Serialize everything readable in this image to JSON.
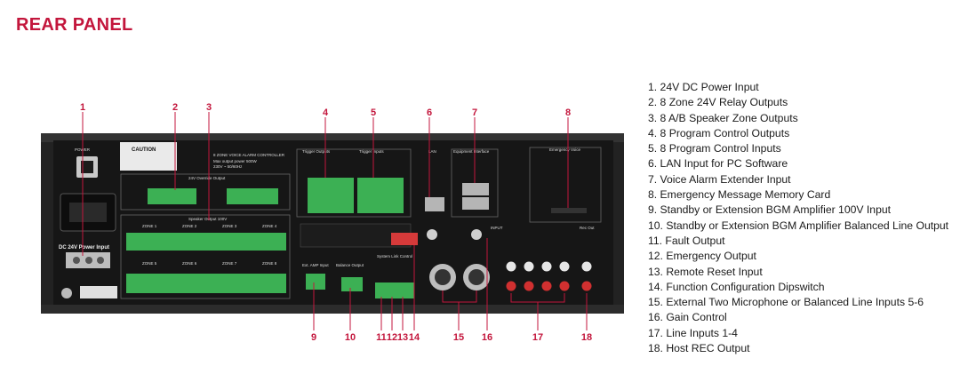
{
  "page": {
    "title": "REAR PANEL"
  },
  "panel_labels": {
    "power": "POWER",
    "caution": "CAUTION",
    "dc_power": "DC 24V Power Input",
    "controller": "8 ZONE VOICE ALARM CONTROLLER",
    "max_output": "Max output power 500W",
    "mains": "230V ~ 50/60Hz",
    "override": "24V Override Output",
    "speaker_output": "Speaker Output 100V",
    "trigger_outputs": "Trigger Outputs",
    "trigger_inputs": "Trigger Inputs",
    "lan": "LAN",
    "equipment_interface": "Equipment Interface",
    "emergency_voice": "Emergency Voice",
    "ext_amp": "Ext. AMP Input",
    "balance_output": "Balance Output",
    "system_link": "System Link Control",
    "input": "INPUT",
    "rec_out": "Rec Out",
    "zone1": "ZONE 1",
    "zone2": "ZONE 2",
    "zone3": "ZONE 3",
    "zone4": "ZONE 4",
    "zone5": "ZONE 5",
    "zone6": "ZONE 6",
    "zone7": "ZONE 7",
    "zone8": "ZONE 8"
  },
  "callouts": [
    {
      "number": "1",
      "label": "1. 24V DC Power Input"
    },
    {
      "number": "2",
      "label": "2. 8 Zone 24V Relay Outputs"
    },
    {
      "number": "3",
      "label": "3. 8 A/B Speaker Zone Outputs"
    },
    {
      "number": "4",
      "label": "4. 8 Program Control Outputs"
    },
    {
      "number": "5",
      "label": "5. 8 Program Control Inputs"
    },
    {
      "number": "6",
      "label": "6. LAN Input for PC Software"
    },
    {
      "number": "7",
      "label": "7. Voice Alarm Extender Input"
    },
    {
      "number": "8",
      "label": "8. Emergency Message Memory Card"
    },
    {
      "number": "9",
      "label": "9. Standby or Extension BGM Amplifier 100V Input"
    },
    {
      "number": "10",
      "label": "10. Standby or Extension BGM Amplifier Balanced Line Output"
    },
    {
      "number": "11",
      "label": "11. Fault Output"
    },
    {
      "number": "12",
      "label": "12. Emergency Output"
    },
    {
      "number": "13",
      "label": "13. Remote Reset Input"
    },
    {
      "number": "14",
      "label": "14. Function Configuration Dipswitch"
    },
    {
      "number": "15",
      "label": "15. External Two Microphone or Balanced Line Inputs 5-6"
    },
    {
      "number": "16",
      "label": "16. Gain Control"
    },
    {
      "number": "17",
      "label": "17. Line Inputs 1-4"
    },
    {
      "number": "18",
      "label": "18. Host REC Output"
    }
  ]
}
